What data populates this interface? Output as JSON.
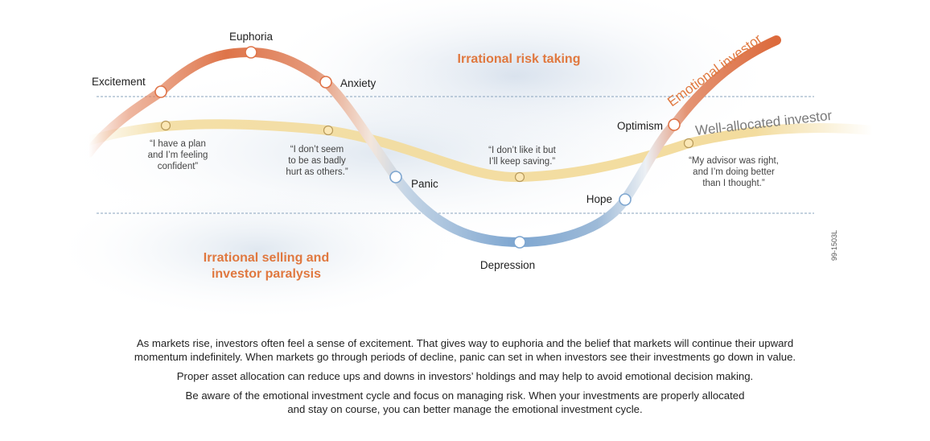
{
  "zones": {
    "top": "Irrational risk taking",
    "bottom": [
      "Irrational selling and",
      "investor paralysis"
    ]
  },
  "investors": {
    "emotional": "Emotional investor",
    "well_allocated": "Well-allocated investor"
  },
  "stages": {
    "excitement": "Excitement",
    "euphoria": "Euphoria",
    "anxiety": "Anxiety",
    "panic": "Panic",
    "depression": "Depression",
    "hope": "Hope",
    "optimism": "Optimism"
  },
  "quotes": {
    "q1": [
      "“I have a plan",
      "and I’m feeling",
      "confident”"
    ],
    "q2": [
      "“I don’t seem",
      "to be as badly",
      "hurt as others.”"
    ],
    "q3": [
      "“I don’t like it but",
      "I’ll keep saving.”"
    ],
    "q4": [
      "“My advisor was right,",
      "and I’m doing better",
      "than I thought.”"
    ]
  },
  "side_code": "99-1503L",
  "caption": {
    "p1": [
      "As markets rise, investors often feel a sense of excitement. That gives way to euphoria and the belief that markets will continue their upward",
      "momentum indefinitely. When markets go through periods of decline, panic can set in when investors see their investments go down in value."
    ],
    "p2": "Proper asset allocation can reduce ups and downs in investors’ holdings and may help to avoid emotional decision making.",
    "p3": [
      "Be aware of the emotional investment cycle and focus on managing risk. When your investments are properly allocated",
      "and stay on course, you can better manage the emotional investment cycle."
    ]
  },
  "colors": {
    "orange": "#e07a4f",
    "blue": "#8eb4d8",
    "beige": "#f3dc9e",
    "zone_text": "#e0783f",
    "investor_gray": "#7a7a7a"
  }
}
